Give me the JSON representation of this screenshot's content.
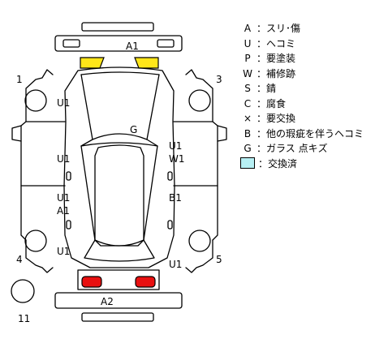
{
  "legend": [
    {
      "code": "A",
      "sep": "：",
      "text": "スリ･傷"
    },
    {
      "code": "U",
      "sep": "：",
      "text": "ヘコミ"
    },
    {
      "code": "P",
      "sep": "：",
      "text": "要塗装"
    },
    {
      "code": "W",
      "sep": "：",
      "text": "補修跡"
    },
    {
      "code": "S",
      "sep": "：",
      "text": "錆"
    },
    {
      "code": "C",
      "sep": "：",
      "text": "腐食"
    },
    {
      "code": "×",
      "sep": "：",
      "text": "要交換"
    },
    {
      "code": "B",
      "sep": "：",
      "text": "他の瑕疵を伴うヘコミ"
    },
    {
      "code": "G",
      "sep": "：",
      "text": "ガラス 点キズ"
    }
  ],
  "legend_swatch": {
    "color": "#b7f0f4",
    "sep": "：",
    "text": "交換済"
  },
  "diagram": {
    "corner_numbers": {
      "n1": "1",
      "n3": "3",
      "n4": "4",
      "n5": "5",
      "n11": "11"
    },
    "labels": {
      "front_bumper": "A1",
      "rear_bumper": "A2",
      "windshield": "G",
      "left_front_fender": "U1",
      "left_front_door_line1": "U1",
      "left_rear_door_line1": "U1",
      "left_rear_door_line2": "A1",
      "left_rear_fender": "U1",
      "right_front_door_line1": "U1",
      "right_front_door_line2": "W1",
      "right_rear_door": "B1",
      "right_rear_fender": "U1"
    },
    "colors": {
      "headlight": "#ffe619",
      "taillight": "#e81010"
    }
  }
}
